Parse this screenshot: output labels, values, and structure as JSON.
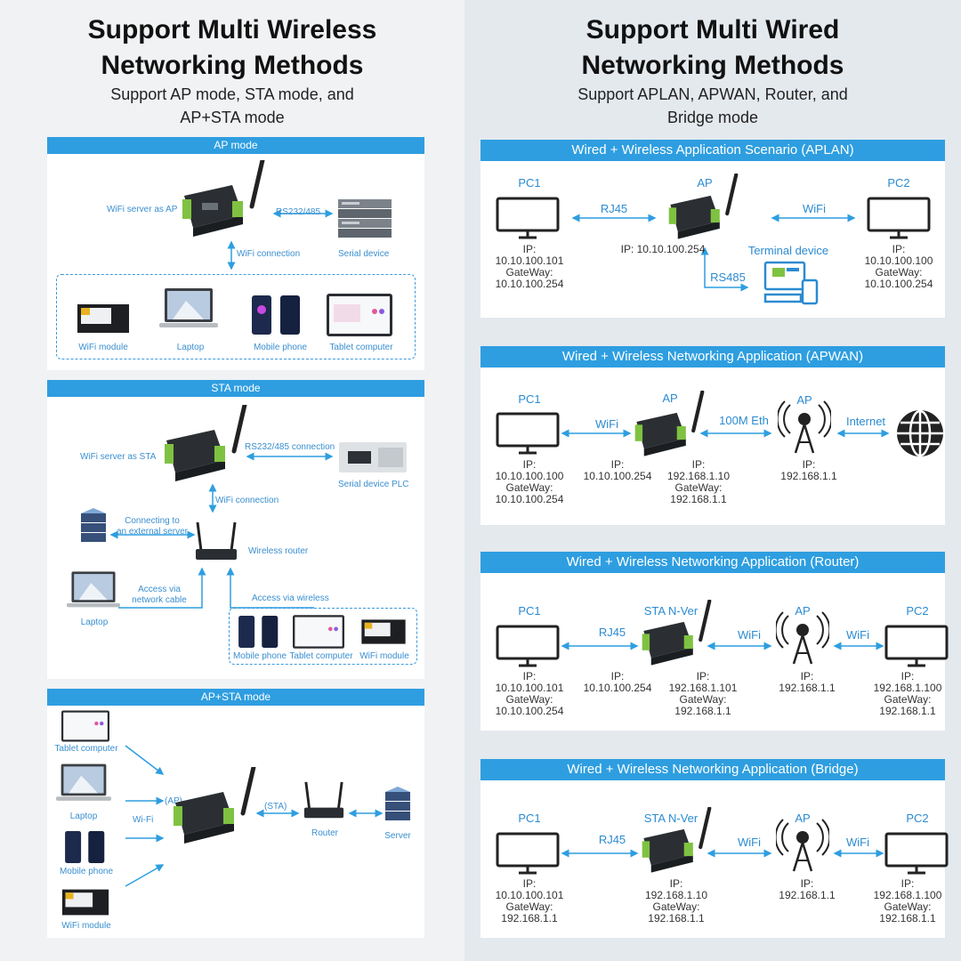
{
  "left": {
    "title_line1": "Support Multi Wireless",
    "title_line2": "Networking Methods",
    "subtitle_line1": "Support AP mode, STA mode, and",
    "subtitle_line2": "AP+STA mode",
    "ap": {
      "title": "AP mode",
      "server_label": "WiFi server as AP",
      "serial_link": "RS232/485",
      "serial_device": "Serial device",
      "wifi_link": "WiFi connection",
      "clients": [
        "WiFi module",
        "Laptop",
        "Mobile phone",
        "Tablet computer"
      ]
    },
    "sta": {
      "title": "STA mode",
      "server_label": "WiFi server as STA",
      "serial_link": "RS232/485 connection",
      "serial_device": "Serial device PLC",
      "wifi_link": "WiFi connection",
      "ext_line1": "Connecting to",
      "ext_line2": "an external server",
      "router": "Wireless router",
      "cable_line1": "Access via",
      "cable_line2": "network cable",
      "laptop": "Laptop",
      "wireless_access": "Access via wireless",
      "clients": [
        "Mobile phone",
        "Tablet computer",
        "WiFi module"
      ]
    },
    "apsta": {
      "title": "AP+STA mode",
      "tablet": "Tablet computer",
      "laptop": "Laptop",
      "phone": "Mobile phone",
      "module": "WiFi module",
      "ap_tag": "(AP)",
      "wifi": "Wi-Fi",
      "sta_tag": "(STA)",
      "router": "Router",
      "server": "Server"
    }
  },
  "right": {
    "title_line1": "Support Multi Wired",
    "title_line2": "Networking Methods",
    "subtitle_line1": "Support APLAN, APWAN, Router, and",
    "subtitle_line2": "Bridge mode",
    "aplan": {
      "title": "Wired + Wireless Application Scenario (APLAN)",
      "pc1": "PC1",
      "ap": "AP",
      "pc2": "PC2",
      "rj45": "RJ45",
      "wifi": "WiFi",
      "rs485": "RS485",
      "terminal": "Terminal device",
      "pc1_ip": [
        "IP:",
        "10.10.100.101",
        "GateWay:",
        "10.10.100.254"
      ],
      "ap_ip": [
        "IP: 10.10.100.254"
      ],
      "pc2_ip": [
        "IP:",
        "10.10.100.100",
        "GateWay:",
        "10.10.100.254"
      ]
    },
    "apwan": {
      "title": "Wired + Wireless Networking Application (APWAN)",
      "pc1": "PC1",
      "ap1": "AP",
      "ap2": "AP",
      "wifi": "WiFi",
      "eth": "100M Eth",
      "internet": "Internet",
      "pc1_ip": [
        "IP:",
        "10.10.100.100",
        "GateWay:",
        "10.10.100.254"
      ],
      "dev_ip_a": [
        "IP:",
        "10.10.100.254"
      ],
      "dev_ip_b": [
        "IP:",
        "192.168.1.10",
        "GateWay:",
        "192.168.1.1"
      ],
      "ap2_ip": [
        "IP:",
        "192.168.1.1"
      ]
    },
    "router": {
      "title": "Wired + Wireless Networking Application (Router)",
      "pc1": "PC1",
      "dev": "STA N-Ver",
      "ap": "AP",
      "pc2": "PC2",
      "rj45": "RJ45",
      "wifi1": "WiFi",
      "wifi2": "WiFi",
      "pc1_ip": [
        "IP:",
        "10.10.100.101",
        "GateWay:",
        "10.10.100.254"
      ],
      "dev_ip_a": [
        "IP:",
        "10.10.100.254"
      ],
      "dev_ip_b": [
        "IP:",
        "192.168.1.101",
        "GateWay:",
        "192.168.1.1"
      ],
      "ap_ip": [
        "IP:",
        "192.168.1.1"
      ],
      "pc2_ip": [
        "IP:",
        "192.168.1.100",
        "GateWay:",
        "192.168.1.1"
      ]
    },
    "bridge": {
      "title": "Wired + Wireless Networking Application (Bridge)",
      "pc1": "PC1",
      "dev": "STA N-Ver",
      "ap": "AP",
      "pc2": "PC2",
      "rj45": "RJ45",
      "wifi1": "WiFi",
      "wifi2": "WiFi",
      "pc1_ip": [
        "IP:",
        "10.10.100.101",
        "GateWay:",
        "192.168.1.1"
      ],
      "dev_ip": [
        "IP:",
        "192.168.1.10",
        "GateWay:",
        "192.168.1.1"
      ],
      "ap_ip": [
        "IP:",
        "192.168.1.1"
      ],
      "pc2_ip": [
        "IP:",
        "192.168.1.100",
        "GateWay:",
        "192.168.1.1"
      ]
    }
  },
  "colors": {
    "accent": "#2e9ee0",
    "device_green": "#7fc241",
    "device_body": "#2b2f33"
  }
}
